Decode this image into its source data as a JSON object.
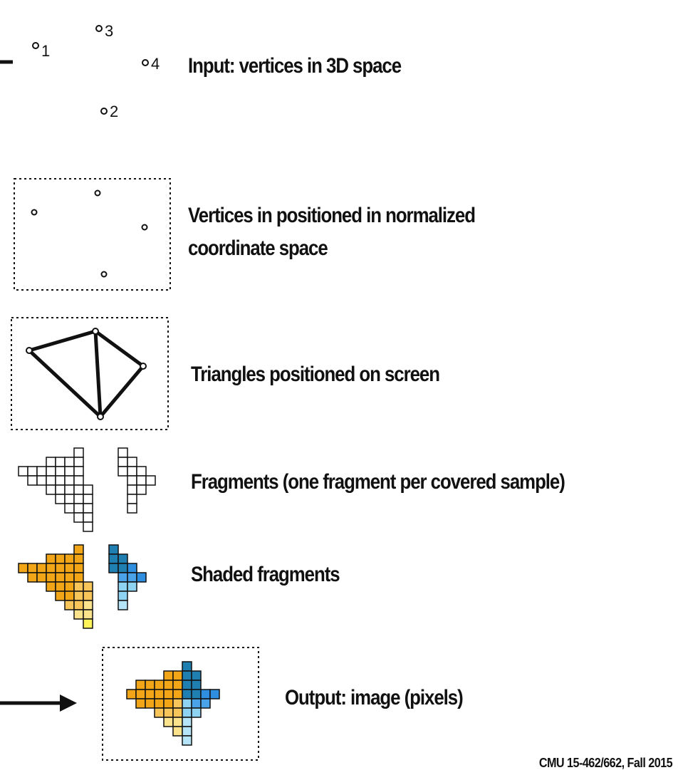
{
  "stages": {
    "input": {
      "label": "Input: vertices in 3D space"
    },
    "normalized": {
      "label_line1": "Vertices in positioned in normalized",
      "label_line2": "coordinate space"
    },
    "triangles": {
      "label": "Triangles positioned on screen"
    },
    "fragments": {
      "label": "Fragments (one fragment per covered sample)"
    },
    "shaded": {
      "label": "Shaded fragments"
    },
    "output": {
      "label": "Output: image (pixels)"
    }
  },
  "vertex_labels": [
    "1",
    "2",
    "3",
    "4"
  ],
  "footer": "CMU 15-462/662, Fall 2015",
  "colors": {
    "ink": "#111111",
    "orange": "#F2A516",
    "orange_light": "#F7C55A",
    "yellow_light": "#FBE38E",
    "yellow": "#FFF35A",
    "blue_dark": "#1F7FB0",
    "blue": "#2E8FE0",
    "blue_mid": "#4AA3E8",
    "blue_light": "#8FD3F2",
    "blue_pale": "#B5E4F6"
  }
}
